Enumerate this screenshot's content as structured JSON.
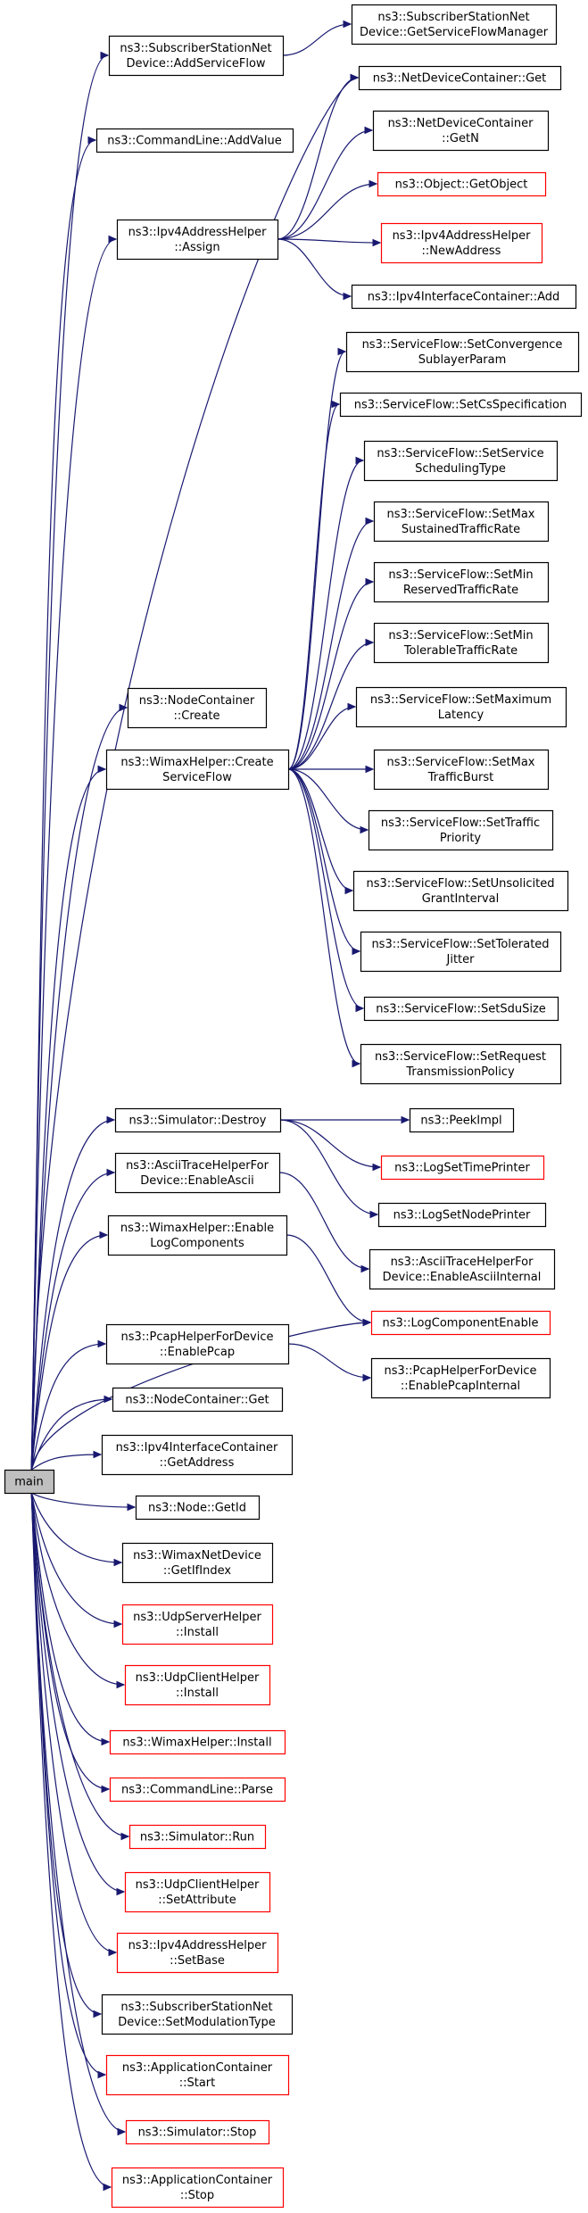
{
  "graph": {
    "title": "",
    "colors": {
      "edge": "#191970",
      "default_border": "#000000",
      "undocumented_border": "#ff0000",
      "root_fill": "#bfbfbf",
      "node_fill": "#ffffff"
    },
    "root": "main",
    "nodes": [
      {
        "id": "main",
        "lines": [
          "main"
        ],
        "kind": "root"
      },
      {
        "id": "ss_addsf",
        "lines": [
          "ns3::SubscriberStationNet",
          "Device::AddServiceFlow"
        ],
        "kind": "normal"
      },
      {
        "id": "ss_getsfm",
        "lines": [
          "ns3::SubscriberStationNet",
          "Device::GetServiceFlowManager"
        ],
        "kind": "normal"
      },
      {
        "id": "cl_addvalue",
        "lines": [
          "ns3::CommandLine::AddValue"
        ],
        "kind": "normal"
      },
      {
        "id": "ndc_get",
        "lines": [
          "ns3::NetDeviceContainer::Get"
        ],
        "kind": "normal"
      },
      {
        "id": "ndc_getn",
        "lines": [
          "ns3::NetDeviceContainer",
          "::GetN"
        ],
        "kind": "normal"
      },
      {
        "id": "obj_getobject",
        "lines": [
          "ns3::Object::GetObject"
        ],
        "kind": "undocumented"
      },
      {
        "id": "ipv4_assign",
        "lines": [
          "ns3::Ipv4AddressHelper",
          "::Assign"
        ],
        "kind": "normal"
      },
      {
        "id": "ipv4_newaddr",
        "lines": [
          "ns3::Ipv4AddressHelper",
          "::NewAddress"
        ],
        "kind": "undocumented"
      },
      {
        "id": "ipv4ic_add",
        "lines": [
          "ns3::Ipv4InterfaceContainer::Add"
        ],
        "kind": "normal"
      },
      {
        "id": "sf_setconv",
        "lines": [
          "ns3::ServiceFlow::SetConvergence",
          "SublayerParam"
        ],
        "kind": "normal"
      },
      {
        "id": "sf_setcs",
        "lines": [
          "ns3::ServiceFlow::SetCsSpecification"
        ],
        "kind": "normal"
      },
      {
        "id": "sf_setsched",
        "lines": [
          "ns3::ServiceFlow::SetService",
          "SchedulingType"
        ],
        "kind": "normal"
      },
      {
        "id": "sf_setmaxsus",
        "lines": [
          "ns3::ServiceFlow::SetMax",
          "SustainedTrafficRate"
        ],
        "kind": "normal"
      },
      {
        "id": "sf_setminres",
        "lines": [
          "ns3::ServiceFlow::SetMin",
          "ReservedTrafficRate"
        ],
        "kind": "normal"
      },
      {
        "id": "sf_setmintol",
        "lines": [
          "ns3::ServiceFlow::SetMin",
          "TolerableTrafficRate"
        ],
        "kind": "normal"
      },
      {
        "id": "nc_create",
        "lines": [
          "ns3::NodeContainer",
          "::Create"
        ],
        "kind": "normal"
      },
      {
        "id": "sf_setmaxlat",
        "lines": [
          "ns3::ServiceFlow::SetMaximum",
          "Latency"
        ],
        "kind": "normal"
      },
      {
        "id": "wimax_createsf",
        "lines": [
          "ns3::WimaxHelper::Create",
          "ServiceFlow"
        ],
        "kind": "normal"
      },
      {
        "id": "sf_setmaxburst",
        "lines": [
          "ns3::ServiceFlow::SetMax",
          "TrafficBurst"
        ],
        "kind": "normal"
      },
      {
        "id": "sf_settrafprio",
        "lines": [
          "ns3::ServiceFlow::SetTraffic",
          "Priority"
        ],
        "kind": "normal"
      },
      {
        "id": "sf_setunsol",
        "lines": [
          "ns3::ServiceFlow::SetUnsolicited",
          "GrantInterval"
        ],
        "kind": "normal"
      },
      {
        "id": "sf_settoljit",
        "lines": [
          "ns3::ServiceFlow::SetTolerated",
          "Jitter"
        ],
        "kind": "normal"
      },
      {
        "id": "sf_setsdu",
        "lines": [
          "ns3::ServiceFlow::SetSduSize"
        ],
        "kind": "normal"
      },
      {
        "id": "sf_setreqtx",
        "lines": [
          "ns3::ServiceFlow::SetRequest",
          "TransmissionPolicy"
        ],
        "kind": "normal"
      },
      {
        "id": "sim_destroy",
        "lines": [
          "ns3::Simulator::Destroy"
        ],
        "kind": "normal"
      },
      {
        "id": "peekimpl",
        "lines": [
          "ns3::PeekImpl"
        ],
        "kind": "normal"
      },
      {
        "id": "logsettime",
        "lines": [
          "ns3::LogSetTimePrinter"
        ],
        "kind": "undocumented"
      },
      {
        "id": "ascii_enable",
        "lines": [
          "ns3::AsciiTraceHelperFor",
          "Device::EnableAscii"
        ],
        "kind": "normal"
      },
      {
        "id": "logsetnode",
        "lines": [
          "ns3::LogSetNodePrinter"
        ],
        "kind": "normal"
      },
      {
        "id": "wimax_enablelog",
        "lines": [
          "ns3::WimaxHelper::Enable",
          "LogComponents"
        ],
        "kind": "normal"
      },
      {
        "id": "ascii_internal",
        "lines": [
          "ns3::AsciiTraceHelperFor",
          "Device::EnableAsciiInternal"
        ],
        "kind": "normal"
      },
      {
        "id": "logcompenable",
        "lines": [
          "ns3::LogComponentEnable"
        ],
        "kind": "undocumented"
      },
      {
        "id": "pcap_enable",
        "lines": [
          "ns3::PcapHelperForDevice",
          "::EnablePcap"
        ],
        "kind": "normal"
      },
      {
        "id": "pcap_internal",
        "lines": [
          "ns3::PcapHelperForDevice",
          "::EnablePcapInternal"
        ],
        "kind": "normal"
      },
      {
        "id": "nc_get",
        "lines": [
          "ns3::NodeContainer::Get"
        ],
        "kind": "normal"
      },
      {
        "id": "ipv4ic_getaddr",
        "lines": [
          "ns3::Ipv4InterfaceContainer",
          "::GetAddress"
        ],
        "kind": "normal"
      },
      {
        "id": "node_getid",
        "lines": [
          "ns3::Node::GetId"
        ],
        "kind": "normal"
      },
      {
        "id": "wimaxnd_getifindex",
        "lines": [
          "ns3::WimaxNetDevice",
          "::GetIfIndex"
        ],
        "kind": "normal"
      },
      {
        "id": "udpserver_install",
        "lines": [
          "ns3::UdpServerHelper",
          "::Install"
        ],
        "kind": "undocumented"
      },
      {
        "id": "udpclient_install",
        "lines": [
          "ns3::UdpClientHelper",
          "::Install"
        ],
        "kind": "undocumented"
      },
      {
        "id": "wimax_install",
        "lines": [
          "ns3::WimaxHelper::Install"
        ],
        "kind": "undocumented"
      },
      {
        "id": "cl_parse",
        "lines": [
          "ns3::CommandLine::Parse"
        ],
        "kind": "undocumented"
      },
      {
        "id": "sim_run",
        "lines": [
          "ns3::Simulator::Run"
        ],
        "kind": "undocumented"
      },
      {
        "id": "udpclient_setattr",
        "lines": [
          "ns3::UdpClientHelper",
          "::SetAttribute"
        ],
        "kind": "undocumented"
      },
      {
        "id": "ipv4_setbase",
        "lines": [
          "ns3::Ipv4AddressHelper",
          "::SetBase"
        ],
        "kind": "undocumented"
      },
      {
        "id": "ss_setmod",
        "lines": [
          "ns3::SubscriberStationNet",
          "Device::SetModulationType"
        ],
        "kind": "normal"
      },
      {
        "id": "app_start",
        "lines": [
          "ns3::ApplicationContainer",
          "::Start"
        ],
        "kind": "undocumented"
      },
      {
        "id": "sim_stop",
        "lines": [
          "ns3::Simulator::Stop"
        ],
        "kind": "undocumented"
      },
      {
        "id": "app_stop",
        "lines": [
          "ns3::ApplicationContainer",
          "::Stop"
        ],
        "kind": "undocumented"
      }
    ],
    "edges": [
      [
        "main",
        "ss_addsf"
      ],
      [
        "main",
        "cl_addvalue"
      ],
      [
        "main",
        "ndc_get"
      ],
      [
        "main",
        "ipv4_assign"
      ],
      [
        "main",
        "nc_create"
      ],
      [
        "main",
        "wimax_createsf"
      ],
      [
        "main",
        "sim_destroy"
      ],
      [
        "main",
        "ascii_enable"
      ],
      [
        "main",
        "wimax_enablelog"
      ],
      [
        "main",
        "logcompenable"
      ],
      [
        "main",
        "pcap_enable"
      ],
      [
        "main",
        "nc_get"
      ],
      [
        "main",
        "ipv4ic_getaddr"
      ],
      [
        "main",
        "node_getid"
      ],
      [
        "main",
        "wimaxnd_getifindex"
      ],
      [
        "main",
        "udpserver_install"
      ],
      [
        "main",
        "udpclient_install"
      ],
      [
        "main",
        "wimax_install"
      ],
      [
        "main",
        "cl_parse"
      ],
      [
        "main",
        "sim_run"
      ],
      [
        "main",
        "udpclient_setattr"
      ],
      [
        "main",
        "ipv4_setbase"
      ],
      [
        "main",
        "ss_setmod"
      ],
      [
        "main",
        "app_start"
      ],
      [
        "main",
        "sim_stop"
      ],
      [
        "main",
        "app_stop"
      ],
      [
        "ss_addsf",
        "ss_getsfm"
      ],
      [
        "ipv4_assign",
        "ndc_get"
      ],
      [
        "ipv4_assign",
        "ndc_getn"
      ],
      [
        "ipv4_assign",
        "obj_getobject"
      ],
      [
        "ipv4_assign",
        "ipv4_newaddr"
      ],
      [
        "ipv4_assign",
        "ipv4ic_add"
      ],
      [
        "wimax_createsf",
        "sf_setconv"
      ],
      [
        "wimax_createsf",
        "sf_setcs"
      ],
      [
        "wimax_createsf",
        "sf_setsched"
      ],
      [
        "wimax_createsf",
        "sf_setmaxsus"
      ],
      [
        "wimax_createsf",
        "sf_setminres"
      ],
      [
        "wimax_createsf",
        "sf_setmintol"
      ],
      [
        "wimax_createsf",
        "sf_setmaxlat"
      ],
      [
        "wimax_createsf",
        "sf_setmaxburst"
      ],
      [
        "wimax_createsf",
        "sf_settrafprio"
      ],
      [
        "wimax_createsf",
        "sf_setunsol"
      ],
      [
        "wimax_createsf",
        "sf_settoljit"
      ],
      [
        "wimax_createsf",
        "sf_setsdu"
      ],
      [
        "wimax_createsf",
        "sf_setreqtx"
      ],
      [
        "sim_destroy",
        "peekimpl"
      ],
      [
        "sim_destroy",
        "logsettime"
      ],
      [
        "sim_destroy",
        "logsetnode"
      ],
      [
        "ascii_enable",
        "ascii_internal"
      ],
      [
        "wimax_enablelog",
        "logcompenable"
      ],
      [
        "pcap_enable",
        "pcap_internal"
      ]
    ]
  }
}
